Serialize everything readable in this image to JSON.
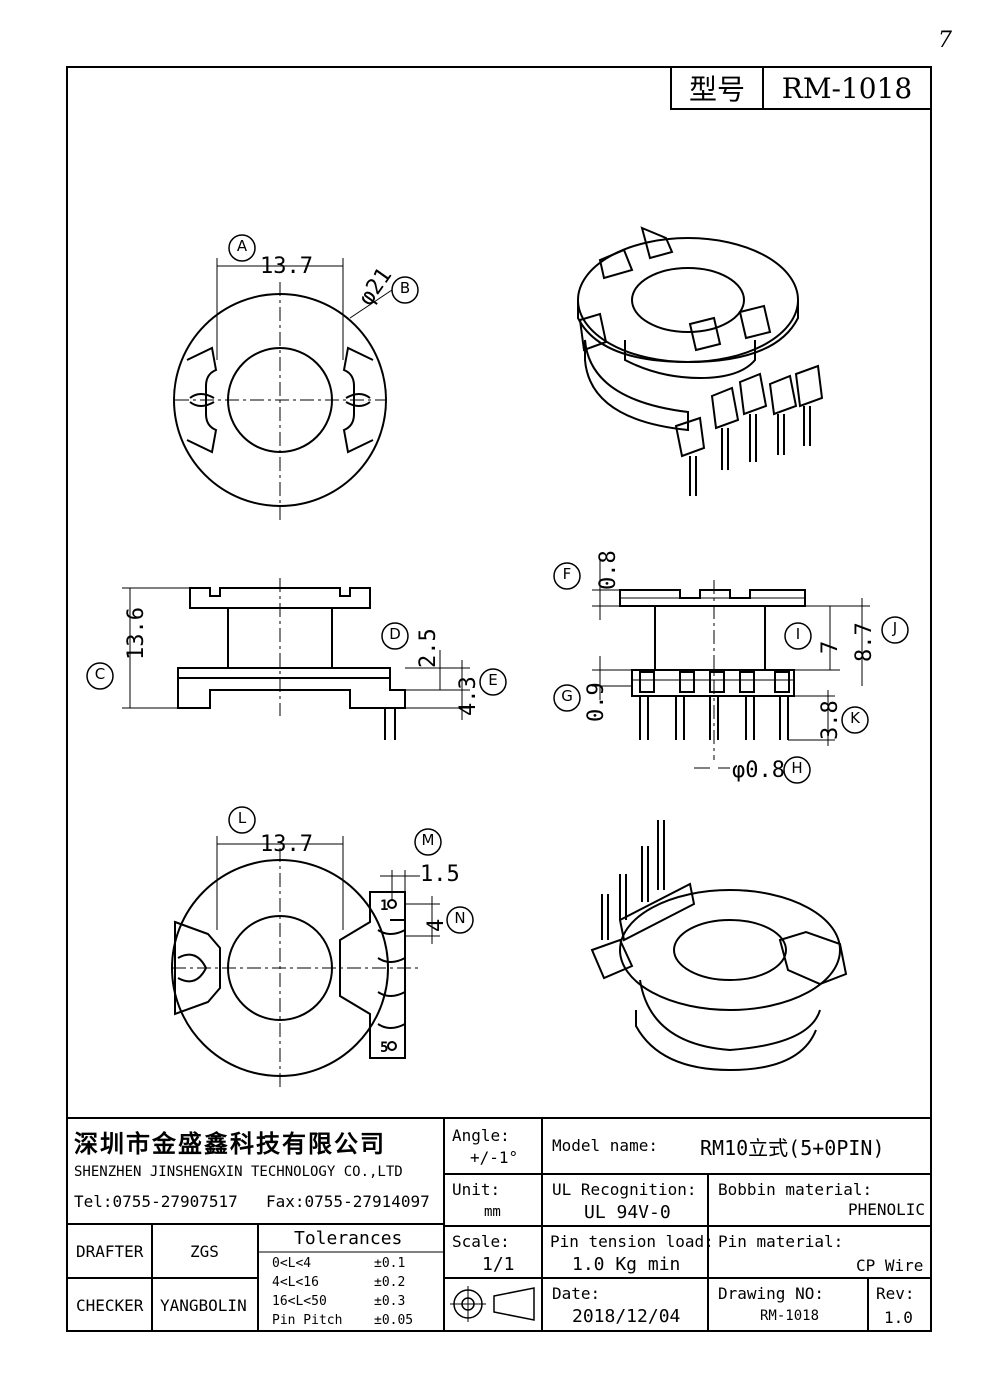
{
  "page_mark": "7",
  "title_label": "型号",
  "model_code": "RM-1018",
  "dims": {
    "A": "13.7",
    "B": "φ21",
    "C": "13.6",
    "D": "2.5",
    "E": "4.3",
    "F": "0.8",
    "G": "0.9",
    "H": "φ0.8",
    "I": "7",
    "J": "8.7",
    "K": "3.8",
    "L": "13.7",
    "M": "1.5",
    "N": "4"
  },
  "callouts": [
    "A",
    "B",
    "C",
    "D",
    "E",
    "F",
    "G",
    "H",
    "I",
    "J",
    "K",
    "L",
    "M",
    "N"
  ],
  "pin_labels": {
    "first": "1",
    "last": "5"
  },
  "company": {
    "name_cn": "深圳市金盛鑫科技有限公司",
    "name_en": "SHENZHEN JINSHENGXIN TECHNOLOGY CO.,LTD",
    "tel": "Tel:0755-27907517",
    "fax": "Fax:0755-27914097"
  },
  "people": {
    "drafter_label": "DRAFTER",
    "drafter": "ZGS",
    "checker_label": "CHECKER",
    "checker": "YANGBOLIN"
  },
  "tolerances": {
    "title": "Tolerances",
    "rows": [
      {
        "range": "0<L<4",
        "value": "±0.1"
      },
      {
        "range": "4<L<16",
        "value": "±0.2"
      },
      {
        "range": "16<L<50",
        "value": "±0.3"
      },
      {
        "range": "Pin Pitch",
        "value": "±0.05"
      }
    ]
  },
  "angle": {
    "label": "Angle:",
    "value": "+/-1°"
  },
  "unit": {
    "label": "Unit:",
    "value": "mm"
  },
  "scale": {
    "label": "Scale:",
    "value": "1/1"
  },
  "model_name": {
    "label": "Model name:",
    "value": "RM10立式(5+0PIN)"
  },
  "ul": {
    "label": "UL Recognition:",
    "value": "UL 94V-0"
  },
  "bobbin": {
    "label": "Bobbin material:",
    "value": "PHENOLIC"
  },
  "pin_tension": {
    "label": "Pin tension load:",
    "value": "1.0 Kg min"
  },
  "pin_material": {
    "label": "Pin material:",
    "value": "CP Wire"
  },
  "date": {
    "label": "Date:",
    "value": "2018/12/04"
  },
  "drawing_no": {
    "label": "Drawing NO:",
    "value": "RM-1018"
  },
  "rev": {
    "label": "Rev:",
    "value": "1.0"
  }
}
